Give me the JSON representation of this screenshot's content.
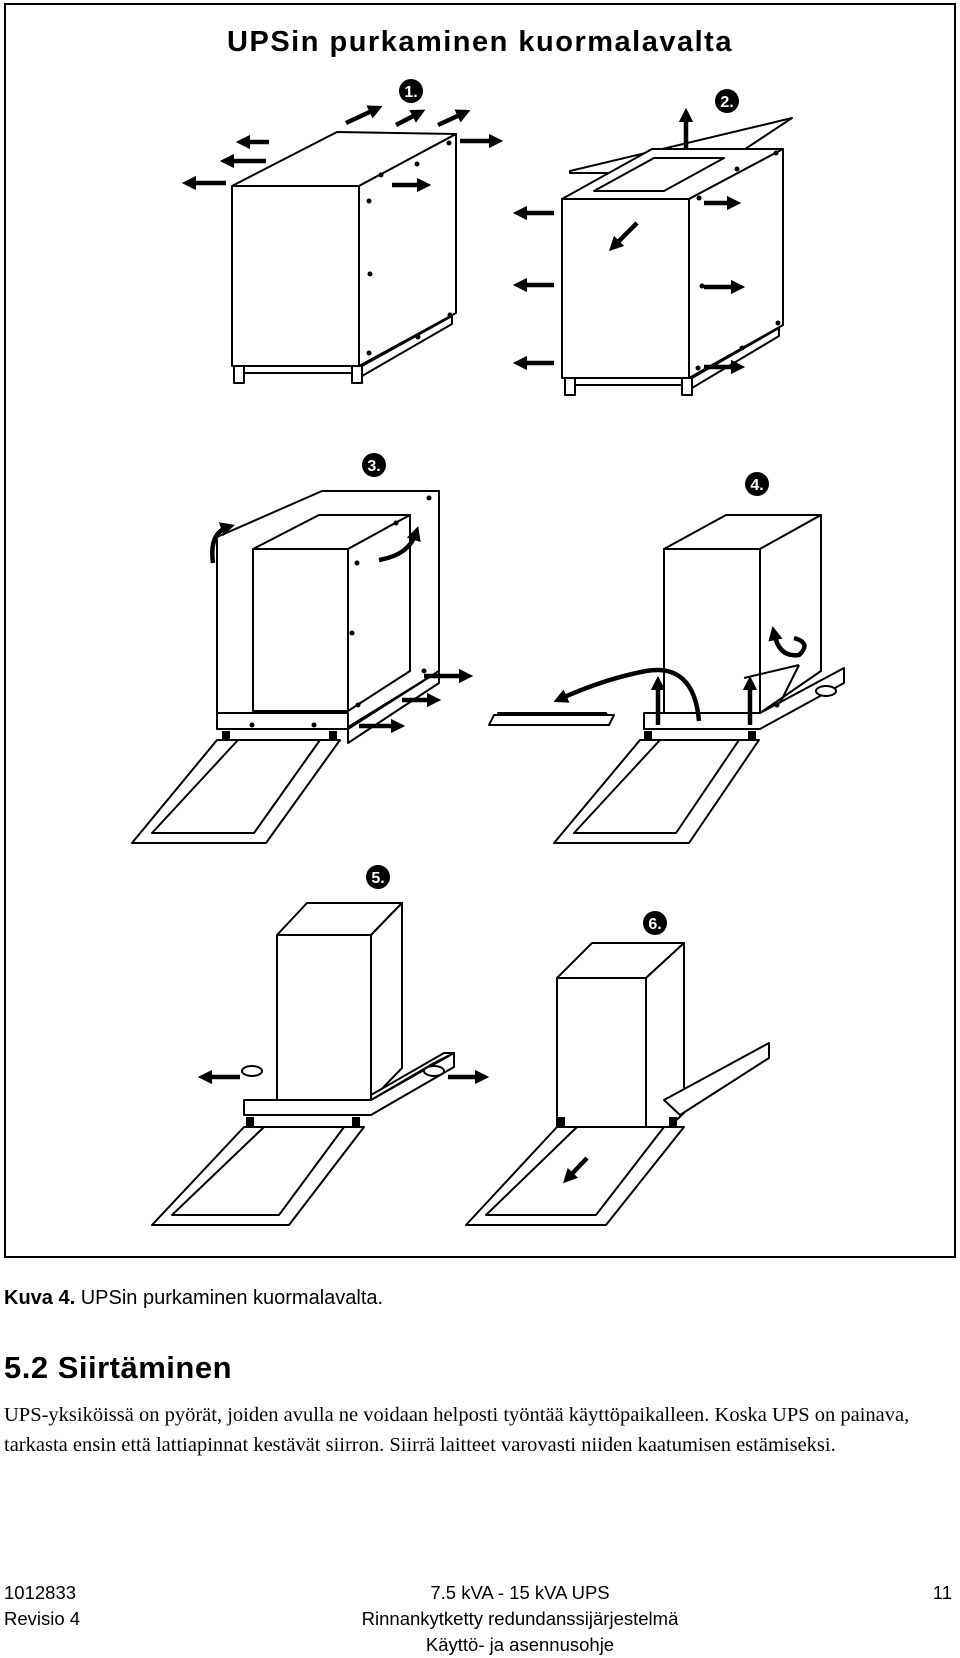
{
  "figure": {
    "title": "UPSin purkaminen kuormalavalta",
    "step_labels": [
      "1.",
      "2.",
      "3.",
      "4.",
      "5.",
      "6."
    ]
  },
  "caption": {
    "label": "Kuva 4.",
    "text": "UPSin purkaminen kuormalavalta."
  },
  "section": {
    "heading": "5.2 Siirtäminen",
    "body": "UPS-yksiköissä on pyörät, joiden avulla ne voidaan helposti työntää käyttöpaikalleen. Koska UPS on painava, tarkasta ensin että lattiapinnat kestävät siirron. Siirrä laitteet varovasti niiden kaatumisen estämiseksi."
  },
  "footer": {
    "doc_number": "1012833",
    "revision": "Revisio 4",
    "product_line1": "7.5 kVA - 15 kVA UPS",
    "product_line2": "Rinnankytketty redundanssijärjestelmä",
    "product_line3": "Käyttö- ja asennusohje",
    "page_number": "11"
  }
}
